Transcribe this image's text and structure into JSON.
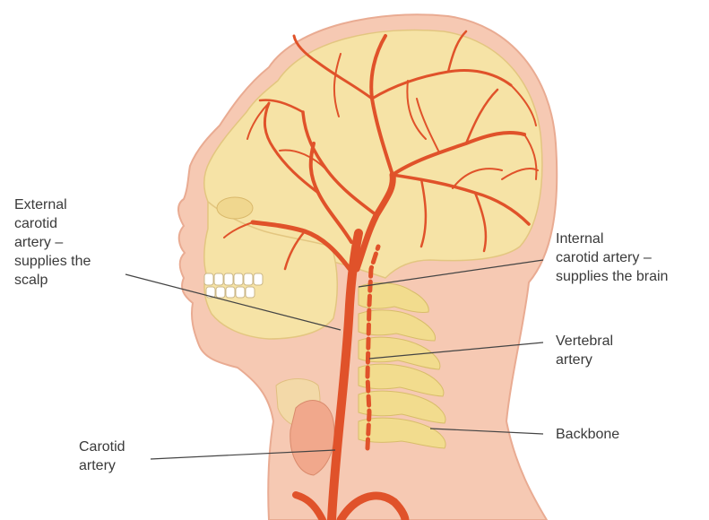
{
  "labels": {
    "external_carotid": [
      "External",
      "carotid",
      "artery –",
      "supplies the",
      "scalp"
    ],
    "internal_carotid": [
      "Internal",
      "carotid artery –",
      "supplies the brain"
    ],
    "vertebral": [
      "Vertebral",
      "artery"
    ],
    "backbone": [
      "Backbone"
    ],
    "carotid": [
      "Carotid",
      "artery"
    ]
  },
  "colors": {
    "skin": "#f6c9b3",
    "skin_edge": "#e9ab92",
    "skull": "#f6e3a6",
    "artery": "#e0522a",
    "artery_dark": "#c23a18",
    "bone": "#f2dc8e",
    "gland": "#f1a88c",
    "thyroid": "#f3d9a8",
    "leader": "#444444"
  }
}
